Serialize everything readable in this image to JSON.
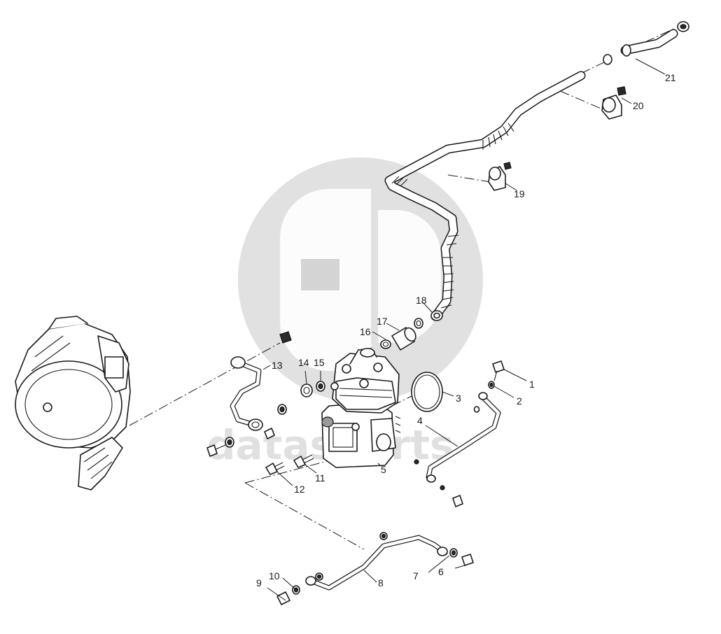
{
  "watermark": {
    "text": "datasparts",
    "logo": "gd-logo"
  },
  "callouts": [
    {
      "key": "c1",
      "label": "1"
    },
    {
      "key": "c2",
      "label": "2"
    },
    {
      "key": "c3",
      "label": "3"
    },
    {
      "key": "c4",
      "label": "4"
    },
    {
      "key": "c5",
      "label": "5"
    },
    {
      "key": "c6",
      "label": "6"
    },
    {
      "key": "c7",
      "label": "7"
    },
    {
      "key": "c8",
      "label": "8"
    },
    {
      "key": "c9",
      "label": "9"
    },
    {
      "key": "c10",
      "label": "10"
    },
    {
      "key": "c11",
      "label": "11"
    },
    {
      "key": "c12",
      "label": "12"
    },
    {
      "key": "c13",
      "label": "13"
    },
    {
      "key": "c14",
      "label": "14"
    },
    {
      "key": "c15",
      "label": "15"
    },
    {
      "key": "c16",
      "label": "16"
    },
    {
      "key": "c17",
      "label": "17"
    },
    {
      "key": "c18",
      "label": "18"
    },
    {
      "key": "c19",
      "label": "19"
    },
    {
      "key": "c20",
      "label": "20"
    },
    {
      "key": "c21",
      "label": "21"
    }
  ],
  "colors": {
    "line": "#1a1a1a",
    "watermark": "#c9c9c9",
    "background": "#ffffff"
  }
}
